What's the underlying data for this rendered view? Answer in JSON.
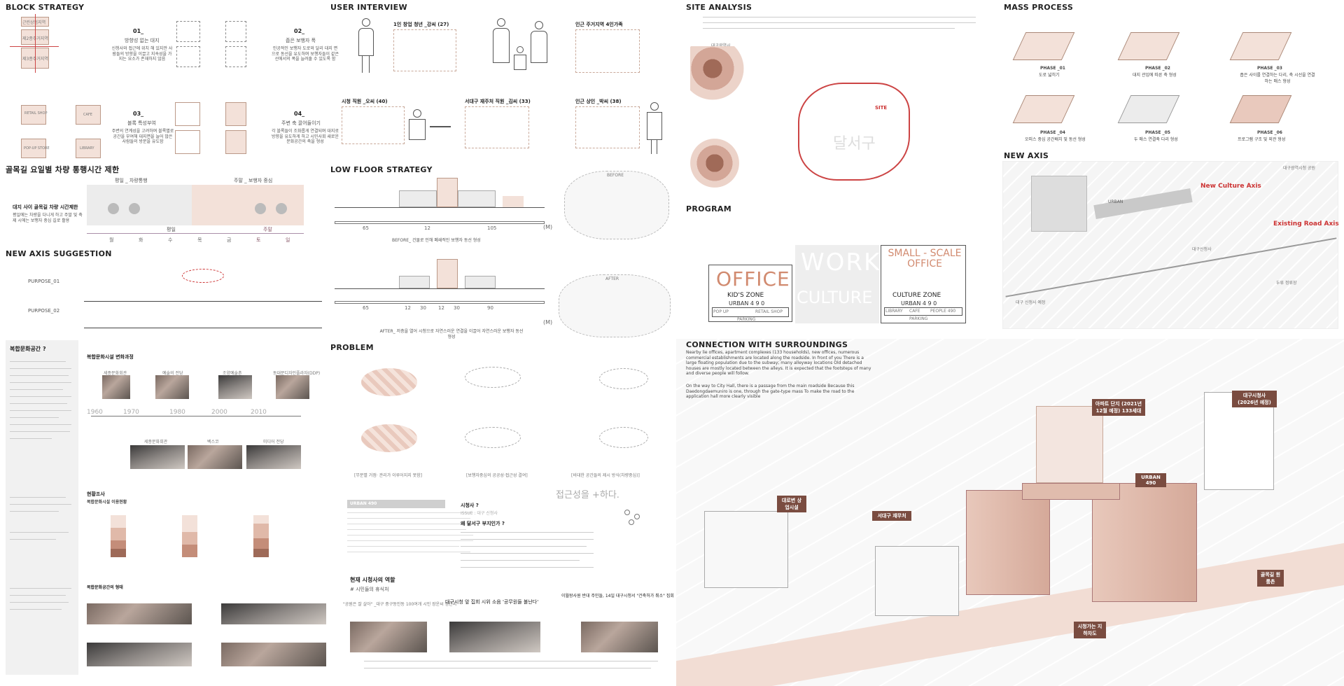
{
  "block_strategy": {
    "title": "BLOCK STRATEGY",
    "zones": [
      "근린상업지역",
      "제2종주거지역",
      "제3종주거지역"
    ],
    "steps": [
      {
        "num": "01_",
        "title": "방향성 없는 대지",
        "desc": "신청사와 접근에 위치 해 있지만 사람들의 방향을 이끌고 지속성을 가지는 요소가 존재하지 않음"
      },
      {
        "num": "02_",
        "title": "좁은 보행자 폭",
        "desc": "인공적인 보행자 도로와 달리 대지 면으로 동선을 유도하며 보행자들이 같은 선에서의 폭을 늘려줄 수 있도록 함"
      },
      {
        "num": "03_",
        "title": "블록 특성부여",
        "desc": "주변의 연계성을 고려하며 블록별로 공간을 부여해 대지면을 늘어 많은 사람들의 방문을 유도함"
      },
      {
        "num": "04_",
        "title": "주변 축 끌어들이기",
        "desc": "각 블록들이 조화롭게 연결되며 대지로 방향을 유도하게 하고 시민사회 새로운 문화공간의 축을 형성"
      }
    ],
    "blocks": [
      "RETAIL SHOP",
      "CAFE",
      "POP-UP STORE",
      "LIBRARY"
    ]
  },
  "alley": {
    "title": "골목길 요일별 차량 통행시간 제한",
    "desc": "대지 사이 골목길 차량 시간제한",
    "sub": "평일에는 차량을 다니게 하고 주말 및 축제 시에는 보행자 중심 길로 활용",
    "labels": [
      "평일 _ 차량통행",
      "주말 _ 보행자 중심"
    ],
    "days": [
      "월",
      "화",
      "수",
      "목",
      "금",
      "토",
      "일"
    ],
    "weekday": "평일",
    "weekend": "주말"
  },
  "new_axis_suggestion": {
    "title": "NEW AXIS SUGGESTION",
    "purposes": [
      "PURPOSE_01",
      "PURPOSE_02"
    ]
  },
  "user_interview": {
    "title": "USER INTERVIEW",
    "people": [
      {
        "name": "1인 창업 청년 _강씨 (27)"
      },
      {
        "name": "인근 주거지역 4인가족"
      },
      {
        "name": "시청 직원 _오씨 (40)"
      },
      {
        "name": "서대구 재주처 직원 _김씨 (33)"
      },
      {
        "name": "인근 상인 _박씨 (38)"
      }
    ]
  },
  "low_floor": {
    "title": "LOW FLOOR STRATEGY",
    "before": "BEFORE_ 건물로 인해 폐쇄적인 보행자 동선 형성",
    "after": "AFTER_ 저층을 열어 시청으로 자연스러운 연결을 이끌어 자연스러운 보행자 동선 형성",
    "unit": "(M)",
    "dims_before": [
      "65",
      "12",
      "105"
    ],
    "dims_after": [
      "65",
      "12",
      "30",
      "12",
      "30",
      "90"
    ],
    "map_before": "BEFORE",
    "map_after": "AFTER"
  },
  "site_analysis": {
    "title": "SITE ANALYSIS",
    "labels": [
      "SITE",
      "달서구"
    ],
    "map_region": "대구광역시"
  },
  "program": {
    "title": "PROGRAM",
    "office": "OFFICE",
    "work": "WORK",
    "culture": "CULTURE",
    "small_office": "SMALL - SCALE OFFICE",
    "kids_zone": "KID'S ZONE",
    "culture_zone": "CULTURE ZONE",
    "urban": "URBAN 4 9 0",
    "urban2": "URBAN 4 9 0",
    "popup": "POP UP",
    "retail": "RETAIL SHOP",
    "library": "LIBRARY",
    "cafe": "CAFE",
    "people": "PEOPLE 490",
    "parking": "PARKING",
    "parking2": "PARKING"
  },
  "mass_process": {
    "title": "MASS PROCESS",
    "phases": [
      {
        "label": "PHASE _01",
        "desc": "도로 넓히기"
      },
      {
        "label": "PHASE _02",
        "desc": "대지 관입에 따른 축 형성"
      },
      {
        "label": "PHASE _03",
        "desc": "좁은 사이를 연결하는 다리, 축 시선을 연결하는 매스 형성"
      },
      {
        "label": "PHASE _04",
        "desc": "오피스 중심 공간배치 및 동선 형성"
      },
      {
        "label": "PHASE _05",
        "desc": "두 매스 연결축 다리 형성"
      },
      {
        "label": "PHASE _06",
        "desc": "프로그램 구조 및 외관 형성"
      }
    ]
  },
  "new_axis": {
    "title": "NEW AXIS",
    "labels": [
      "URBAN",
      "New Culture Axis",
      "Existing Road Axis",
      "대구신청사",
      "대구 신청사 예정",
      "두류 정류장",
      "대구광역시청 공원"
    ]
  },
  "connection": {
    "title": "CONNECTION WITH SURROUNDINGS",
    "p1": "Nearby lie offices, apartment complexes (133 households), new offices, numerous commercial establishments are located along the roadside. In front of you There is a large floating population due to the subway; many alleyway locations Old detached houses are mostly located between the alleys. It is expected that the footsteps of many and diverse people will follow.",
    "p2": "On the way to City Hall, there is a passage from the main roadside Because this Daedongdaemuniro is one, through the gate-type mass To make the road to the application hall more clearly visible",
    "tags": [
      "아파트 단지 (2021년 12월 예정) 133세대",
      "대구시청사 (2026년 예정)",
      "URBAN 490",
      "대로변 상업시설",
      "서대구 재무처",
      "시청가는 지하차도",
      "골목길 원룸촌"
    ]
  },
  "complex_space": {
    "title": "복합문화공간 ?",
    "history_title": "복합문화시설 변화과정",
    "years": [
      "1960",
      "1970",
      "1980",
      "2000",
      "2010"
    ],
    "venues": [
      "세종문화회관",
      "예술의 전당",
      "조양예술촌",
      "동대문디자인플라자(DDP)",
      "세종문화회관",
      "벡스코",
      "미디어 전당"
    ],
    "status_title": "현황조사",
    "status_sub": "복합문화시설 이용현황",
    "form_title": "복합문화공간의 형태"
  },
  "problem": {
    "title": "PROBLEM",
    "captions": [
      "[무분별 거점· 관리가 이루어지지 못함]",
      "[보행자중심의 공공성·접근성 결여]",
      "[비대한 공간들의 제시 방식(차량중심)]"
    ],
    "access_text": "접근성을 +하다.",
    "urban_label": "URBAN 490",
    "issue_title": "시청사 ?",
    "issue_sub": "ISSUE : 대구 신청사",
    "why_title": "왜 달서구 부지인가 ?",
    "role_title": "현재 시청사의 역할",
    "role_sub": "# 시민들의 휴식처",
    "quote1": "\"공원은 잘 살아\" _대구 중구동인동 100여개 시민 장운씨 정연씨",
    "quote2": "대구시청 앞 집회 시위 소음 '공무원들 불난다'",
    "quote3": "이월왕사원 반대 주민들, 14일 대구시청서 \"건축허가 취소\" 집회"
  }
}
